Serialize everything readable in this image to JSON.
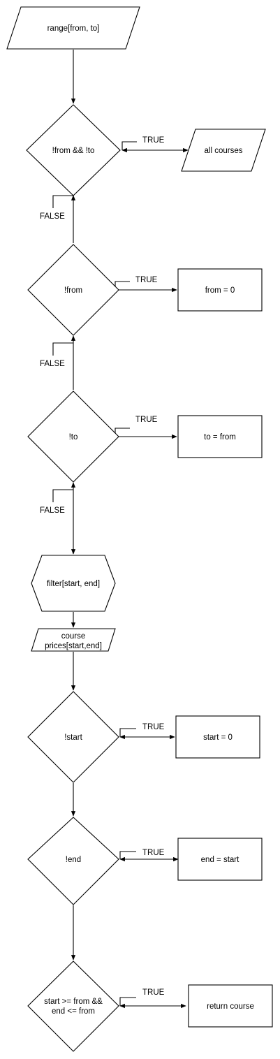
{
  "nodes": {
    "range_input": "range[from, to]",
    "check_from_and_to": "!from && !to",
    "all_courses": "all courses",
    "check_from": "!from",
    "set_from": "from = 0",
    "check_to": "!to",
    "set_to": "to = from",
    "filter": "filter[start, end]",
    "course_prices_line1": "course",
    "course_prices_line2": "prices[start,end]",
    "check_start": "!start",
    "set_start": "start = 0",
    "check_end": "!end",
    "set_end": "end = start",
    "check_range_line1": "start >= from &&",
    "check_range_line2": "end <= from",
    "return_course": "return course"
  },
  "labels": {
    "true_1": "TRUE",
    "false_1": "FALSE",
    "true_2": "TRUE",
    "false_2": "FALSE",
    "true_3": "TRUE",
    "false_3": "FALSE",
    "true_4": "TRUE",
    "true_5": "TRUE",
    "true_6": "TRUE"
  }
}
